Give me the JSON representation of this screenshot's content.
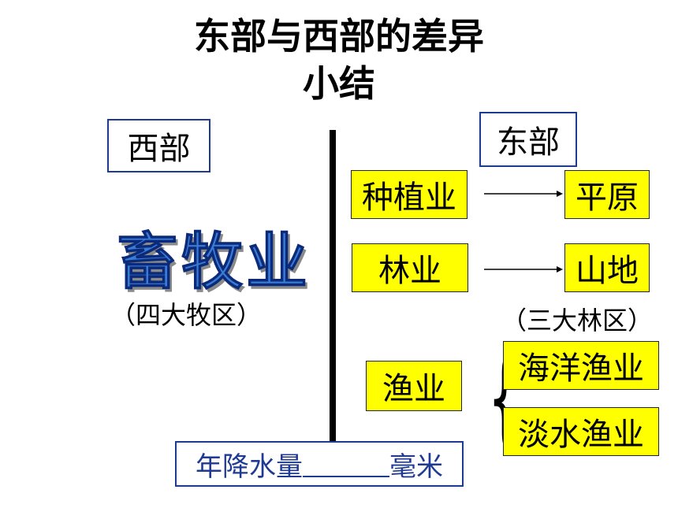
{
  "title_line1": "东部与西部的差异",
  "title_line2": "小结",
  "west_label": "西部",
  "east_label": "东部",
  "west_industry": "畜牧业",
  "west_note": "（四大牧区）",
  "east_rows": [
    {
      "industry": "种植业",
      "terrain": "平原"
    },
    {
      "industry": "林业",
      "terrain": "山地"
    }
  ],
  "east_note": "（三大林区）",
  "fishery": "渔业",
  "fishery_types": [
    "海洋渔业",
    "淡水渔业"
  ],
  "precip_label": "年降水量",
  "precip_unit": "毫米",
  "colors": {
    "highlight": "#ffff00",
    "border": "#1f3a93",
    "wordart": "#3a7bd5"
  }
}
